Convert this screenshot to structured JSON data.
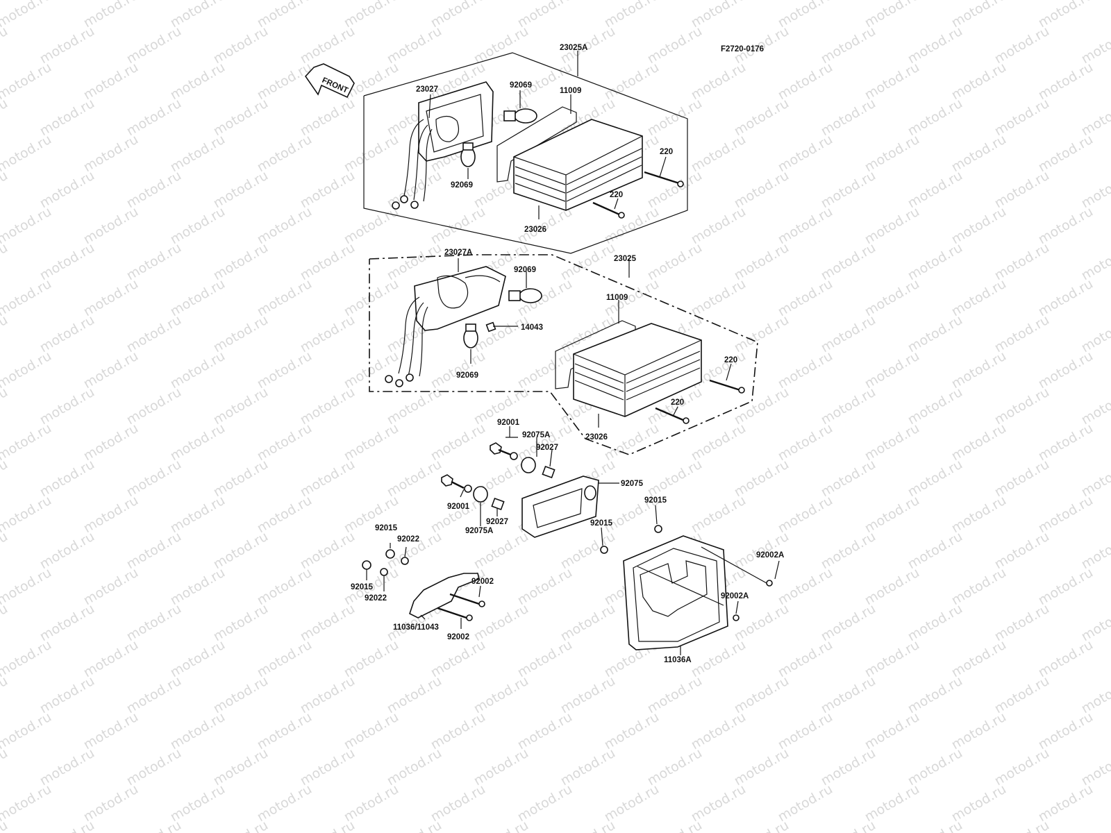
{
  "figure_code": "F2720-0176",
  "front_arrow_label": "FRONT",
  "watermark_text": "motod.ru",
  "colors": {
    "ink": "#111111",
    "background": "#ffffff",
    "watermark": "#b9b9b9"
  },
  "callouts": {
    "c23025A": "23025A",
    "c23027": "23027",
    "c92069_upper_top": "92069",
    "c11009_upper": "11009",
    "c220_upper_a": "220",
    "c92069_upper_bottom": "92069",
    "c220_upper_b": "220",
    "c23026_upper": "23026",
    "c23027A": "23027A",
    "c23025": "23025",
    "c92069_lower_top": "92069",
    "c11009_lower": "11009",
    "c14043": "14043",
    "c92069_lower_bottom": "92069",
    "c220_lower_a": "220",
    "c220_lower_b": "220",
    "c23026_lower": "23026",
    "c92001_a": "92001",
    "c92075A_a": "92075A",
    "c92027_a": "92027",
    "c92075": "92075",
    "c92001_b": "92001",
    "c92027_b": "92027",
    "c92075A_b": "92075A",
    "c92015_plate": "92015",
    "c92015_mid": "92015",
    "c92015_left_a": "92015",
    "c92022_a": "92022",
    "c92015_left_b": "92015",
    "c92022_b": "92022",
    "c92002_a": "92002",
    "c11036_11043": "11036/11043",
    "c92002_b": "92002",
    "c92002A_a": "92002A",
    "c92002A_b": "92002A",
    "c11036A": "11036A"
  }
}
